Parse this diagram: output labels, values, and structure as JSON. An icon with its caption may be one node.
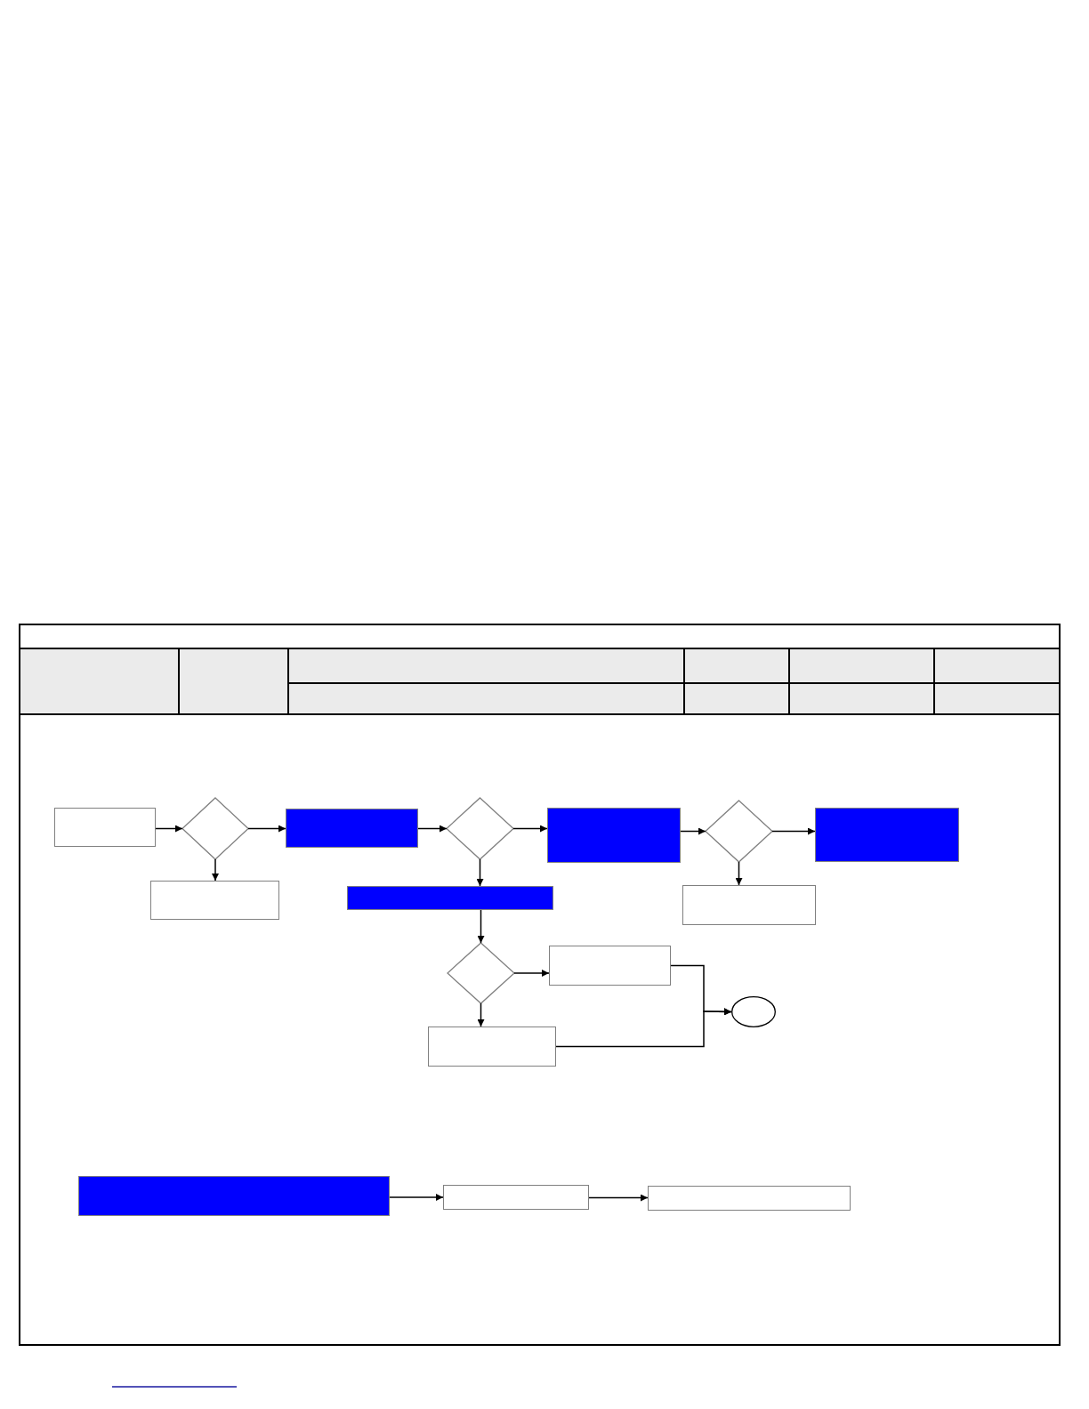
{
  "diagram": {
    "nodes": [
      {
        "text": [],
        "shape": "box"
      },
      {
        "text": [],
        "shape": "diamond"
      },
      {
        "text": [],
        "shape": "box"
      },
      {
        "text": [],
        "shape": "diamond"
      },
      {
        "text": [],
        "shape": "box"
      },
      {
        "text": [],
        "shape": "diamond"
      },
      {
        "text": [],
        "shape": "box"
      },
      {
        "text": [],
        "shape": "box"
      },
      {
        "text": [],
        "shape": "bar"
      },
      {
        "text": [],
        "shape": "box"
      },
      {
        "text": [],
        "shape": "diamond"
      },
      {
        "text": [],
        "shape": "box"
      },
      {
        "text": [],
        "shape": "circle"
      },
      {
        "text": [],
        "shape": "box"
      },
      {
        "text": [],
        "shape": "box"
      },
      {
        "text": [],
        "shape": "box"
      },
      {
        "text": [],
        "shape": "box"
      }
    ],
    "edges": [
      {
        "from": 0,
        "to": 1,
        "arrow": "to"
      },
      {
        "from": 1,
        "to": 2,
        "arrow": "to"
      },
      {
        "from": 1,
        "to": 7,
        "arrow": "to"
      },
      {
        "from": 2,
        "to": 3,
        "arrow": "to"
      },
      {
        "from": 3,
        "to": 4,
        "arrow": "to"
      },
      {
        "from": 3,
        "to": 8,
        "arrow": "to"
      },
      {
        "from": 4,
        "to": 5,
        "arrow": "to"
      },
      {
        "from": 5,
        "to": 6,
        "arrow": "to"
      },
      {
        "from": 5,
        "to": 9,
        "arrow": "to"
      },
      {
        "from": 8,
        "to": 10,
        "arrow": "to"
      },
      {
        "from": 10,
        "to": 11,
        "arrow": "to"
      },
      {
        "from": 10,
        "to": 13,
        "arrow": "to"
      },
      {
        "from": 11,
        "to": 12,
        "arrow": "to"
      },
      {
        "from": 13,
        "to": 12,
        "arrow": "to"
      },
      {
        "from": 14,
        "to": 15,
        "arrow": "to"
      },
      {
        "from": 15,
        "to": 16,
        "arrow": "to"
      }
    ]
  }
}
